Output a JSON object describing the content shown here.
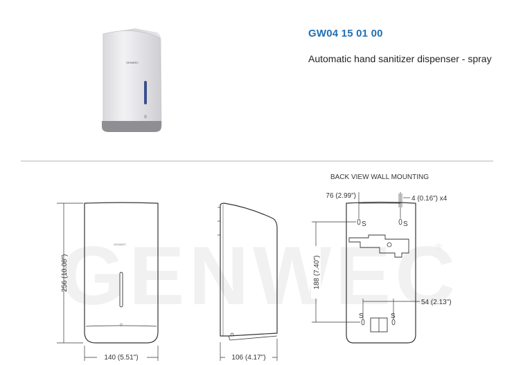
{
  "product": {
    "code": "GW04 15 01 00",
    "description": "Automatic hand sanitizer dispenser - spray",
    "brand": "GENWEC",
    "window_label": "GENWEC"
  },
  "drawing": {
    "back_view_title": "BACK VIEW WALL MOUNTING",
    "dim_height": "256 (10.08\")",
    "dim_width": "140 (5.51\")",
    "dim_depth": "106 (4.17\")",
    "dim_top_spacing": "76 (2.99\")",
    "dim_hole": "4 (0.16\")  x4",
    "dim_vertical_spacing": "188 (7.40\")",
    "dim_bottom_spacing": "54 (2.13\")",
    "screw_label": "S",
    "watermark": "GENWEC",
    "registered_mark": "®"
  },
  "colors": {
    "code_blue": "#1f6fb5",
    "line": "#333333",
    "watermark": "#f1f1f1"
  }
}
